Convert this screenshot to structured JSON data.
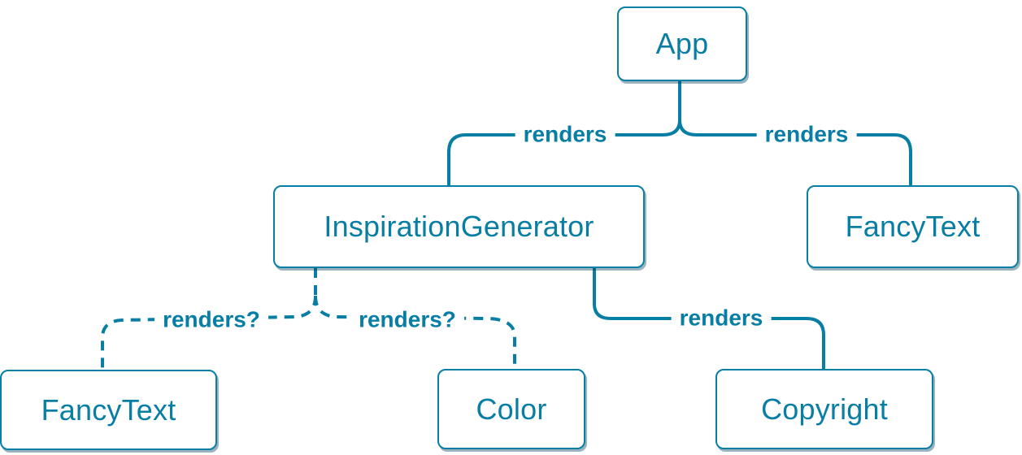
{
  "diagram_type": "component-render-tree",
  "nodes": {
    "app": {
      "label": "App"
    },
    "inspiration_generator": {
      "label": "InspirationGenerator"
    },
    "fancytext_top": {
      "label": "FancyText"
    },
    "fancytext_bottom": {
      "label": "FancyText"
    },
    "color": {
      "label": "Color"
    },
    "copyright": {
      "label": "Copyright"
    }
  },
  "edge_labels": {
    "app_inspiration": "renders",
    "app_fancytext": "renders",
    "inspiration_copyright": "renders",
    "inspiration_fancytext_conditional": "renders?",
    "inspiration_color_conditional": "renders?"
  },
  "colors": {
    "accent": "#087ea4",
    "node_background": "#ffffff",
    "node_shadow": "rgba(6,66,92,0.40)",
    "page_background": "#ffffff"
  }
}
